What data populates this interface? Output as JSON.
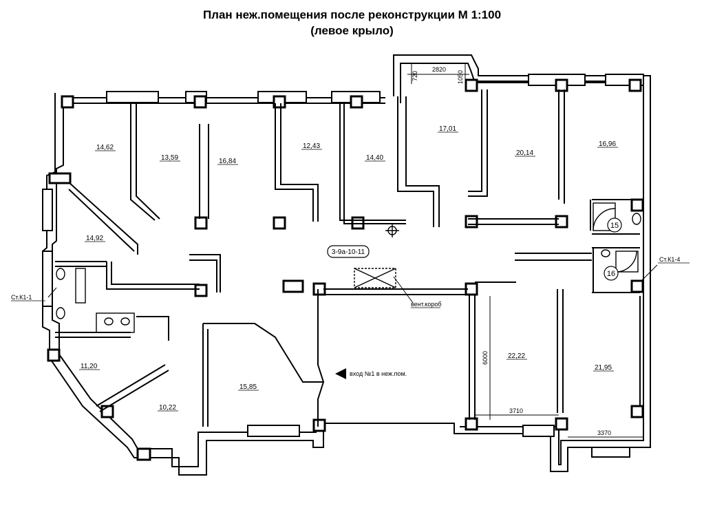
{
  "title": {
    "line1": "План неж.помещения после реконструкции М 1:100",
    "line2": "(левое крыло)"
  },
  "rooms": [
    {
      "id": "r1",
      "area": "14,62"
    },
    {
      "id": "r2",
      "area": "13,59"
    },
    {
      "id": "r3",
      "area": "16,84"
    },
    {
      "id": "r4",
      "area": "12,43"
    },
    {
      "id": "r5",
      "area": "14,40"
    },
    {
      "id": "r6",
      "area": "17,01"
    },
    {
      "id": "r7",
      "area": "20,14"
    },
    {
      "id": "r8",
      "area": "16,96"
    },
    {
      "id": "r9",
      "area": "14,92"
    },
    {
      "id": "r10",
      "area": "11,20"
    },
    {
      "id": "r11",
      "area": "10,22"
    },
    {
      "id": "r12",
      "area": "15,85"
    },
    {
      "id": "r13",
      "area": "22,22"
    },
    {
      "id": "r14",
      "area": "21,95"
    }
  ],
  "room_numbers": [
    "15",
    "16"
  ],
  "labels": {
    "unit": "3-9а-10-11",
    "vent": "вент.короб",
    "entrance": "вход №1 в неж.пом.",
    "riser_left": "Ст.К1-1",
    "riser_right": "Ст.К1-4"
  },
  "dimensions": {
    "d2820": "2820",
    "d720": "720",
    "d1050": "1050",
    "d6000": "6000",
    "d3710": "3710",
    "d3370": "3370"
  }
}
